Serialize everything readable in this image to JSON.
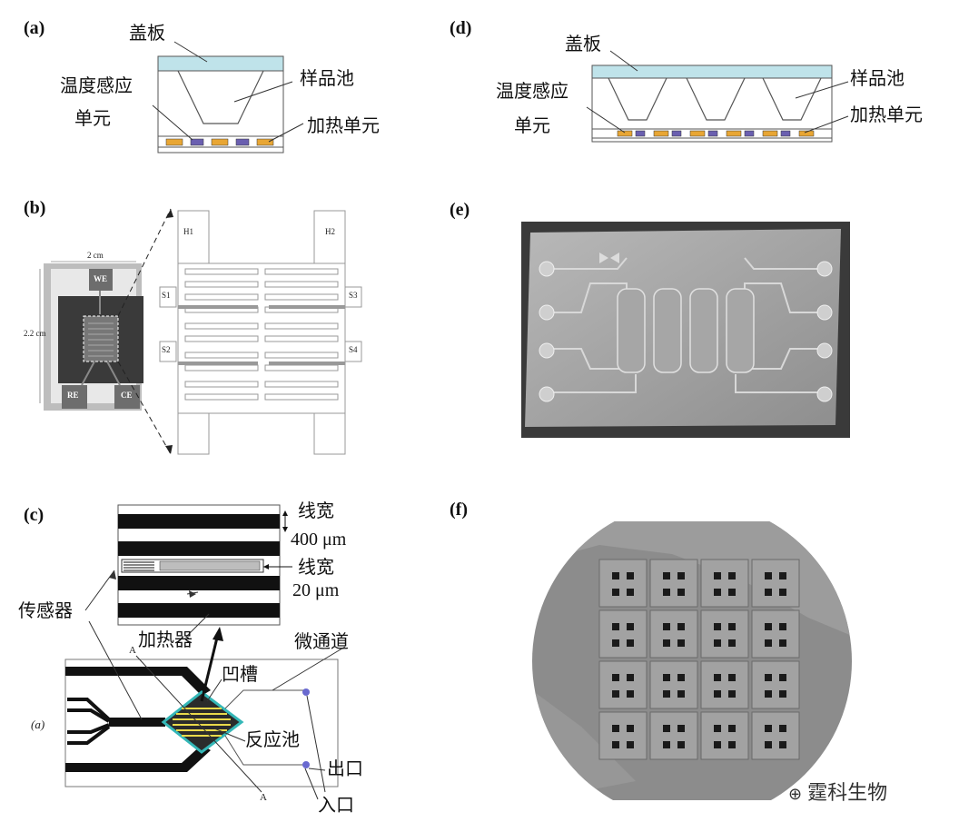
{
  "panels": {
    "a": {
      "label": "(a)",
      "cover": "盖板",
      "sample": "样品池",
      "temp1": "温度感应",
      "temp2": "单元",
      "heat": "加热单元"
    },
    "d": {
      "label": "(d)",
      "cover": "盖板",
      "sample": "样品池",
      "temp1": "温度感应",
      "temp2": "单元",
      "heat": "加热单元"
    },
    "b": {
      "label": "(b)",
      "width": "2 cm",
      "height": "2.2 cm",
      "we": "WE",
      "re": "RE",
      "ce": "CE",
      "h1": "H1",
      "h2": "H2",
      "s1": "S1",
      "s2": "S2",
      "s3": "S3",
      "s4": "S4"
    },
    "e": {
      "label": "(e)"
    },
    "c": {
      "label": "(c)",
      "lw1a": "线宽",
      "lw1b": "400 μm",
      "lw2a": "线宽",
      "lw2b": "20 μm",
      "sensor": "传感器",
      "heater": "加热器",
      "channel": "微通道",
      "groove": "凹槽",
      "chamber": "反应池",
      "outlet": "出口",
      "inlet": "入口",
      "a_mark": "A",
      "a_mark2": "A",
      "sub": "(a)"
    },
    "f": {
      "label": "(f)"
    }
  },
  "watermark": "霆科生物",
  "colors": {
    "cover": "#bfe3ea",
    "heater": "#e8a634",
    "sensor": "#6a5fb0",
    "teal": "#34b7b7",
    "yellow": "#e9d94a"
  }
}
